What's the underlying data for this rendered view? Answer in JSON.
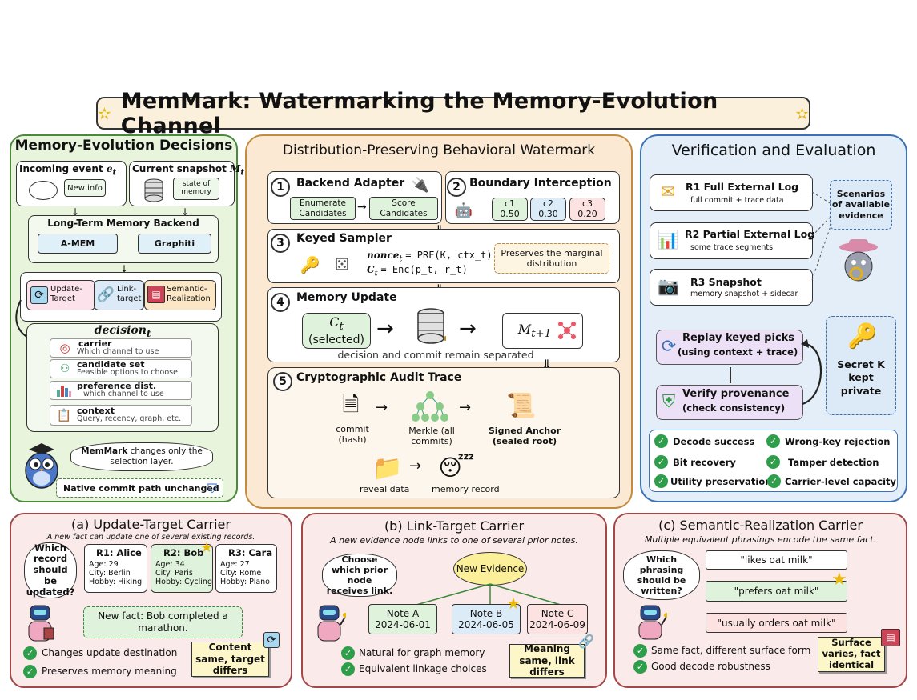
{
  "title": "MemMark: Watermarking the Memory-Evolution Channel",
  "left": {
    "heading": "Memory-Evolution Decisions",
    "incoming_label": "Incoming event",
    "incoming_sym": "e",
    "incoming_sub": "t",
    "new_info": "New info",
    "snapshot_label": "Current snapshot",
    "snapshot_sym": "M",
    "snapshot_sub": "t",
    "state_of_memory": "state of memory",
    "backend_title": "Long-Term Memory Backend",
    "backend_a": "A-MEM",
    "backend_b": "Graphiti",
    "chan_update": "Update-Target",
    "chan_link": "Link-target",
    "chan_semantic": "Semantic-Realization",
    "decision_title": "decision",
    "decision_sub": "t",
    "decision_items": [
      {
        "name": "carrier",
        "desc": "Which channel to use"
      },
      {
        "name": "candidate set",
        "desc": "Feasible options to choose"
      },
      {
        "name": "preference dist.",
        "desc": "which channel to use"
      },
      {
        "name": "context",
        "desc": "Query, recency, graph, etc."
      }
    ],
    "owl_bubble_bold": "MemMark",
    "owl_bubble_rest": "changes only the selection layer.",
    "native_commit": "Native commit path unchanged"
  },
  "middle": {
    "heading": "Distribution-Preserving Behavioral Watermark",
    "s1_num": "1",
    "s1_title": "Backend Adapter",
    "s1_enum": "Enumerate Candidates",
    "s1_score": "Score Candidates",
    "s2_num": "2",
    "s2_title": "Boundary Interception",
    "candidates": [
      {
        "label": "c1",
        "value": "0.50"
      },
      {
        "label": "c2",
        "value": "0.30"
      },
      {
        "label": "c3",
        "value": "0.20"
      }
    ],
    "s3_num": "3",
    "s3_title": "Keyed Sampler",
    "nonce_sym": "nonce",
    "nonce_sub": "t",
    "nonce_eq": "= PRF(K, ctx_t)",
    "c_sym": "C",
    "c_sub": "t",
    "c_eq": "= Enc(p_t, r_t)",
    "preserves_note": "Preserves the marginal distribution",
    "s4_num": "4",
    "s4_title": "Memory Update",
    "ct_sym": "C",
    "ct_sub": "t",
    "ct_selected": "(selected)",
    "mnext_sym": "M",
    "mnext_sub": "t+1",
    "s4_caption": "decision and commit remain separated",
    "s5_num": "5",
    "s5_title": "Cryptographic Audit Trace",
    "commit_label": "commit (hash)",
    "merkle_label": "Merkle (all commits)",
    "anchor_label": "Signed Anchor (sealed root)",
    "reveal_label": "reveal data",
    "record_label": "memory record"
  },
  "right": {
    "heading": "Verification and Evaluation",
    "r1_title": "R1 Full External Log",
    "r1_sub": "full commit + trace data",
    "r2_title": "R2 Partial External Log",
    "r2_sub": "some trace segments",
    "r3_title": "R3 Snapshot",
    "r3_sub": "memory snapshot + sidecar",
    "scenarios": "Scenarios of available evidence",
    "replay_title": "Replay keyed picks",
    "replay_sub": "(using context + trace)",
    "verify_title": "Verify provenance",
    "verify_sub": "(check consistency)",
    "secret_k": "Secret K kept private",
    "checks": [
      "Decode success",
      "Wrong-key rejection",
      "Bit recovery",
      "Tamper detection",
      "Utility preservation",
      "Carrier-level capacity"
    ]
  },
  "panel_a": {
    "title": "(a) Update-Target Carrier",
    "subtitle": "A new fact can update one of several existing records.",
    "bubble": "Which record should be updated?",
    "records": [
      {
        "title": "R1: Alice",
        "age": "Age: 29",
        "city": "City: Berlin",
        "hobby": "Hobby: Hiking"
      },
      {
        "title": "R2: Bob",
        "age": "Age: 34",
        "city": "City: Paris",
        "hobby": "Hobby: Cycling"
      },
      {
        "title": "R3: Cara",
        "age": "Age: 27",
        "city": "City: Rome",
        "hobby": "Hobby: Piano"
      }
    ],
    "new_fact": "New fact: Bob completed a marathon.",
    "bullets": [
      "Changes update destination",
      "Preserves memory meaning"
    ],
    "note": "Content same, target differs"
  },
  "panel_b": {
    "title": "(b) Link-Target Carrier",
    "subtitle": "A new evidence node links to one of several prior notes.",
    "bubble": "Choose which prior node receives link.",
    "new_evidence": "New Evidence",
    "notes": [
      {
        "name": "Note A",
        "date": "2024-06-01",
        "color": "#dff2dc"
      },
      {
        "name": "Note B",
        "date": "2024-06-05",
        "color": "#dcebf8"
      },
      {
        "name": "Note C",
        "date": "2024-06-09",
        "color": "#fde2e2"
      }
    ],
    "bullets": [
      "Natural for graph memory",
      "Equivalent linkage choices"
    ],
    "note": "Meaning same, link differs"
  },
  "panel_c": {
    "title": "(c) Semantic-Realization Carrier",
    "subtitle": "Multiple equivalent phrasings encode the same fact.",
    "bubble": "Which phrasing should be written?",
    "phrasings": [
      "\"likes oat milk\"",
      "\"prefers oat milk\"",
      "\"usually orders oat milk\""
    ],
    "bullets": [
      "Same fact, different surface form",
      "Good decode robustness"
    ],
    "note": "Surface varies, fact identical"
  },
  "colors": {
    "left_bg": "#e8f4dc",
    "middle_bg": "#fbe9d3",
    "right_bg": "#e3eef8",
    "bottom_bg": "#fbeaea"
  }
}
